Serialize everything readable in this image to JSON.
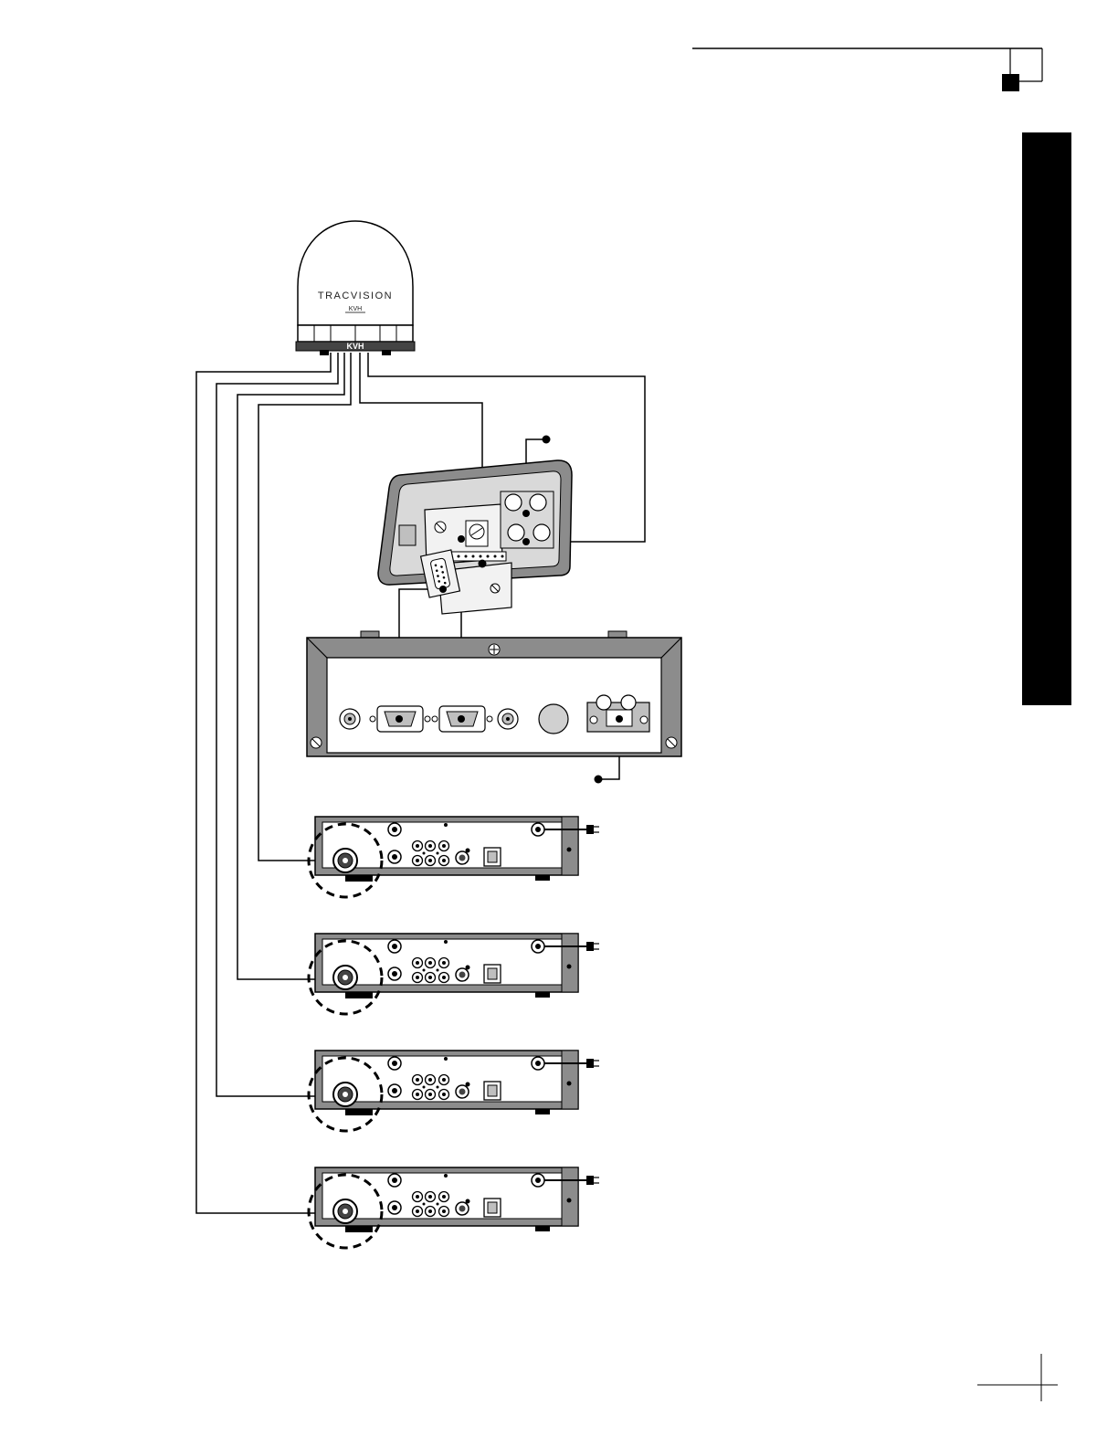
{
  "antenna": {
    "brand": "TRACVISION",
    "maker": "KVH",
    "base_marking": "KVH"
  },
  "colors": {
    "ink": "#000000",
    "body_gray": "#8c8c8c",
    "panel_light": "#f2f2f2",
    "side_tab": "#000000"
  },
  "receivers": [
    {
      "id": "receiver-1"
    },
    {
      "id": "receiver-2"
    },
    {
      "id": "receiver-3"
    },
    {
      "id": "receiver-4"
    }
  ]
}
